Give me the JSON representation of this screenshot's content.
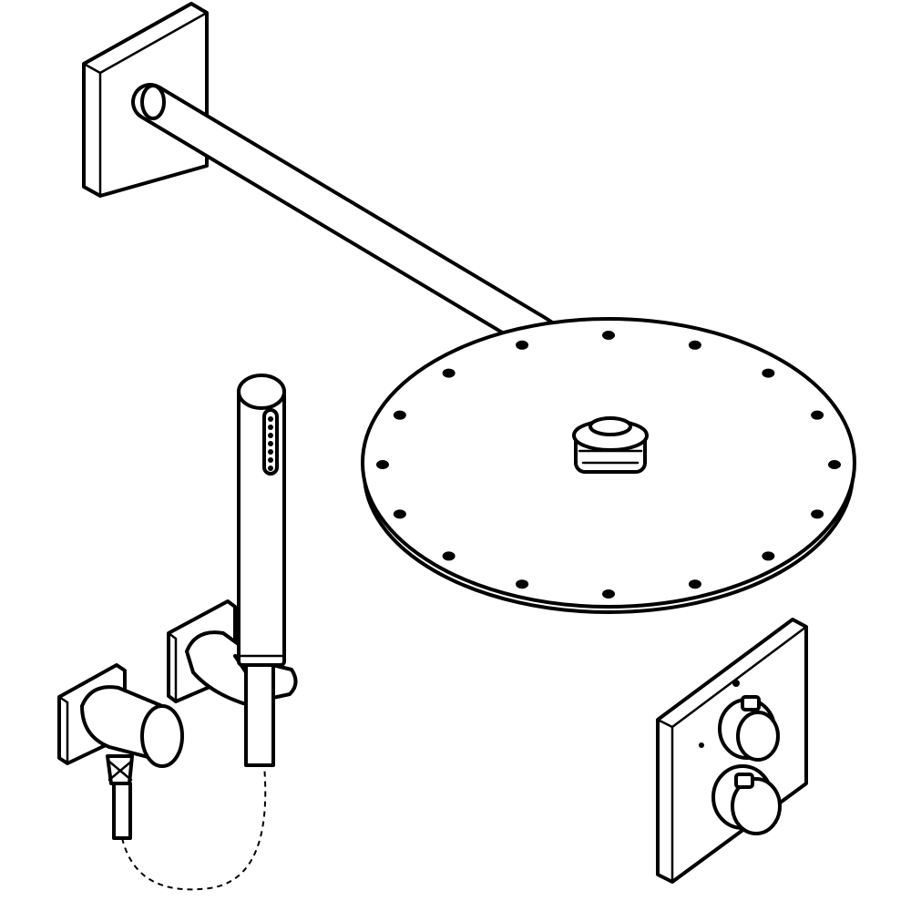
{
  "drawing": {
    "line_color": "#000000",
    "background_color": "#ffffff",
    "components": [
      "wall-flange",
      "shower-arm",
      "overhead-shower-head",
      "hand-shower",
      "hand-shower-wall-holder",
      "wall-outlet-elbow",
      "shower-hose",
      "thermostat-trim-plate"
    ]
  }
}
